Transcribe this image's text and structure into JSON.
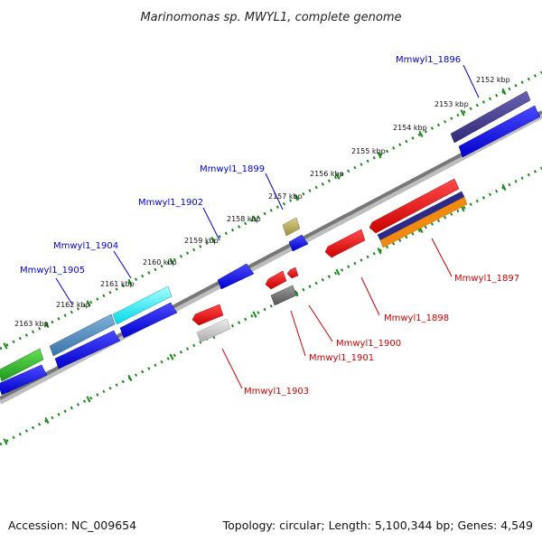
{
  "title": "Marinomonas sp. MWYL1, complete genome",
  "footer": {
    "accession": "Accession: NC_009654",
    "summary": "Topology: circular; Length: 5,100,344 bp; Genes: 4,549"
  },
  "ticks": [
    "2152 kbp",
    "2153 kbp",
    "2154 kbp",
    "2155 kbp",
    "2156 kbp",
    "2157 kbp",
    "2158 kbp",
    "2159 kbp",
    "2160 kbp",
    "2161 kbp",
    "2162 kbp",
    "2163 kbp"
  ],
  "genes": {
    "mmwyl1_1896": "Mmwyl1_1896",
    "mmwyl1_1897": "Mmwyl1_1897",
    "mmwyl1_1898": "Mmwyl1_1898",
    "mmwyl1_1899": "Mmwyl1_1899",
    "mmwyl1_1900": "Mmwyl1_1900",
    "mmwyl1_1901": "Mmwyl1_1901",
    "mmwyl1_1902": "Mmwyl1_1902",
    "mmwyl1_1903": "Mmwyl1_1903",
    "mmwyl1_1904": "Mmwyl1_1904",
    "mmwyl1_1905": "Mmwyl1_1905"
  },
  "colors": {
    "forward_label": "#0000cc",
    "reverse_label": "#cc0000",
    "backbone": "#777777",
    "ruler": "#1a8a1a",
    "cds_blue": "#0000ee",
    "cds_red": "#ee0000"
  }
}
